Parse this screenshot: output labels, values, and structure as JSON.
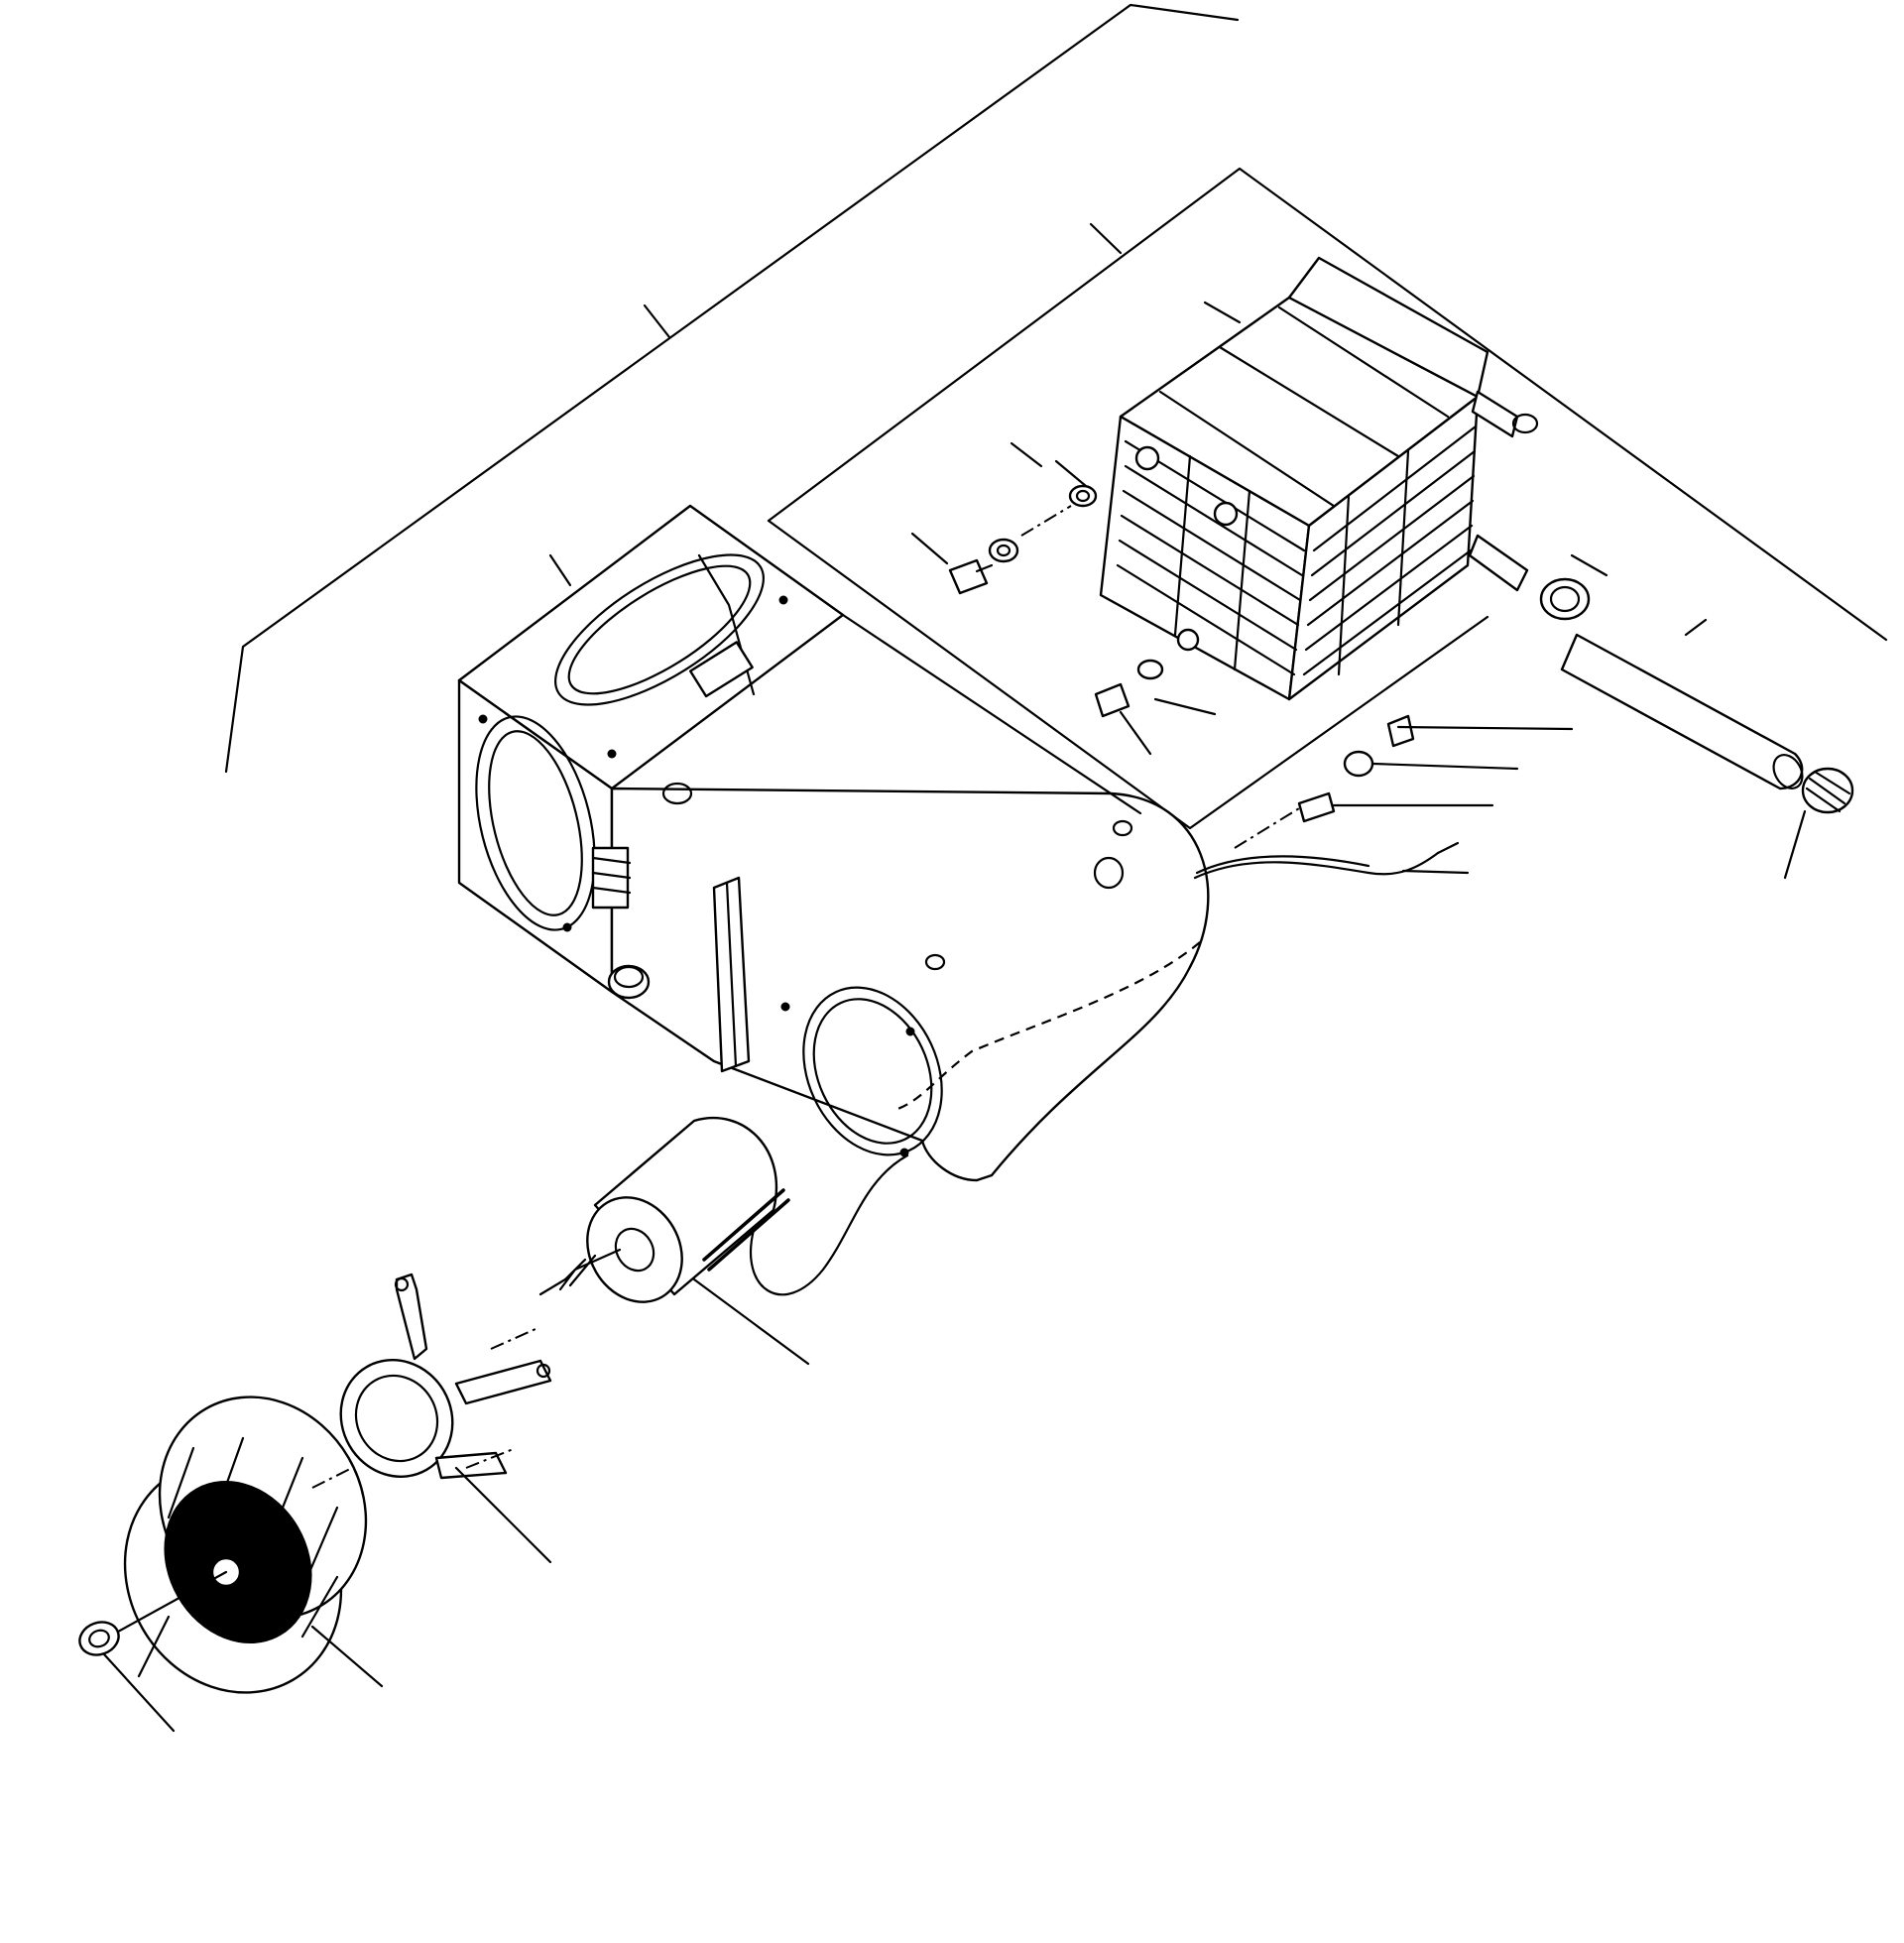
{
  "figure": {
    "type": "exploded-parts-diagram",
    "ink_color": "#000000",
    "background_color": "#ffffff",
    "components": [
      "heater-housing",
      "heater-core",
      "blower-motor",
      "motor-mounting-bracket",
      "blower-wheel",
      "wheel-nut",
      "hose",
      "hose-clamp",
      "cap",
      "bolt",
      "washer",
      "harness-wire",
      "connector"
    ]
  }
}
